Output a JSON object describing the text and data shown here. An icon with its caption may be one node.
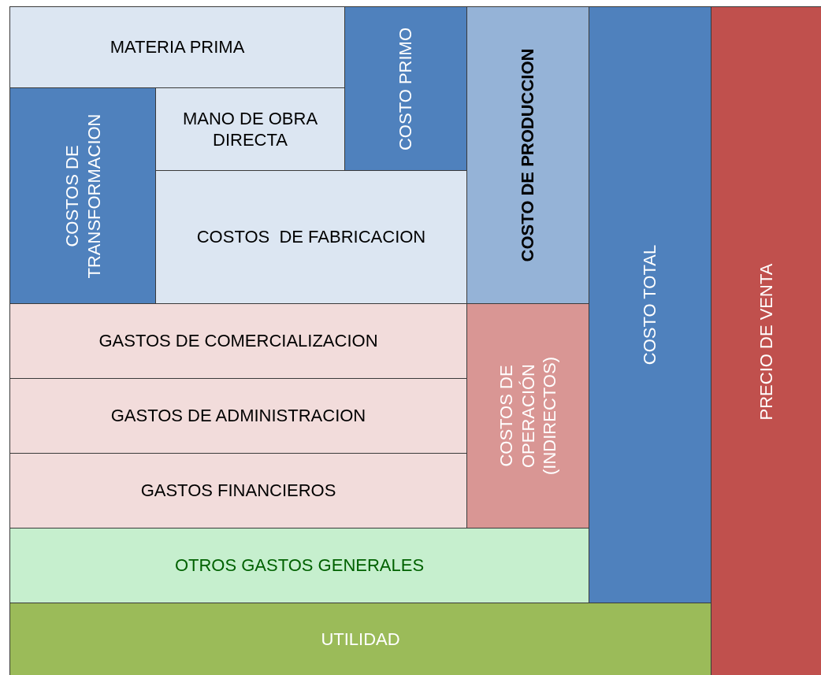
{
  "diagram": {
    "nodes": [
      {
        "text": [
          "MATERIA PRIMA"
        ]
      },
      {
        "text": [
          "COSTO PRIMO"
        ]
      },
      {
        "text": [
          "COSTO DE PRODUCCION"
        ]
      },
      {
        "text": [
          "COSTO TOTAL"
        ]
      },
      {
        "text": [
          "PRECIO DE VENTA"
        ]
      },
      {
        "text": [
          "COSTOS DE TRANSFORMACION"
        ]
      },
      {
        "text": [
          "MANO DE OBRA DIRECTA"
        ]
      },
      {
        "text": [
          "COSTOS  DE FABRICACION"
        ]
      },
      {
        "text": [
          "GASTOS DE COMERCIALIZACION"
        ]
      },
      {
        "text": [
          "COSTOS DE OPERACIÓN (INDIRECTOS)"
        ]
      },
      {
        "text": [
          "GASTOS DE ADMINISTRACION"
        ]
      },
      {
        "text": [
          "GASTOS FINANCIEROS"
        ]
      },
      {
        "text": [
          "OTROS GASTOS GENERALES"
        ]
      },
      {
        "text": [
          "UTILIDAD"
        ]
      }
    ]
  }
}
